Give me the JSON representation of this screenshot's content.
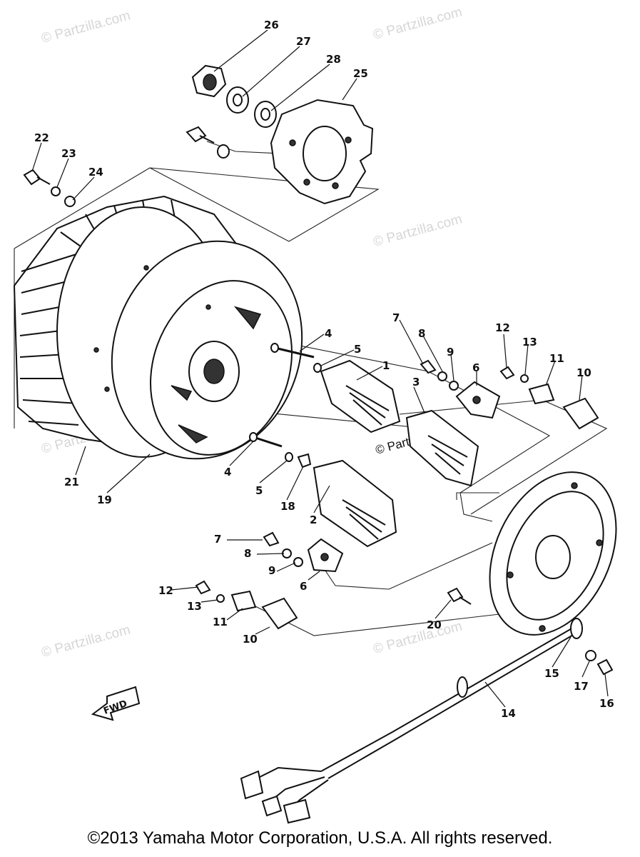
{
  "diagram": {
    "callouts": [
      {
        "id": "c26",
        "text": "26"
      },
      {
        "id": "c27",
        "text": "27"
      },
      {
        "id": "c28",
        "text": "28"
      },
      {
        "id": "c25",
        "text": "25"
      },
      {
        "id": "c22",
        "text": "22"
      },
      {
        "id": "c23",
        "text": "23"
      },
      {
        "id": "c24",
        "text": "24"
      },
      {
        "id": "c4a",
        "text": "4"
      },
      {
        "id": "c5a",
        "text": "5"
      },
      {
        "id": "c1",
        "text": "1"
      },
      {
        "id": "c7a",
        "text": "7"
      },
      {
        "id": "c8a",
        "text": "8"
      },
      {
        "id": "c9a",
        "text": "9"
      },
      {
        "id": "c6a",
        "text": "6"
      },
      {
        "id": "c12a",
        "text": "12"
      },
      {
        "id": "c13a",
        "text": "13"
      },
      {
        "id": "c11a",
        "text": "11"
      },
      {
        "id": "c10a",
        "text": "10"
      },
      {
        "id": "c3",
        "text": "3"
      },
      {
        "id": "c4b",
        "text": "4"
      },
      {
        "id": "c5b",
        "text": "5"
      },
      {
        "id": "c18",
        "text": "18"
      },
      {
        "id": "c2",
        "text": "2"
      },
      {
        "id": "c21",
        "text": "21"
      },
      {
        "id": "c19",
        "text": "19"
      },
      {
        "id": "c7b",
        "text": "7"
      },
      {
        "id": "c8b",
        "text": "8"
      },
      {
        "id": "c9b",
        "text": "9"
      },
      {
        "id": "c6b",
        "text": "6"
      },
      {
        "id": "c12b",
        "text": "12"
      },
      {
        "id": "c13b",
        "text": "13"
      },
      {
        "id": "c11b",
        "text": "11"
      },
      {
        "id": "c10b",
        "text": "10"
      },
      {
        "id": "c20",
        "text": "20"
      },
      {
        "id": "c15",
        "text": "15"
      },
      {
        "id": "c17",
        "text": "17"
      },
      {
        "id": "c16",
        "text": "16"
      },
      {
        "id": "c14",
        "text": "14"
      }
    ],
    "forward_label": "FWD",
    "watermark": "© Partzilla.com"
  },
  "footer": {
    "copyright": "©2013 Yamaha Motor Corporation, U.S.A. All rights reserved."
  }
}
